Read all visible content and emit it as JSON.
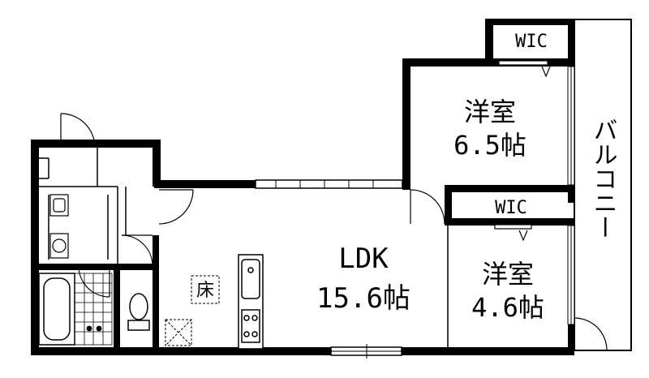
{
  "floor_plan": {
    "rooms": {
      "bedroom_large": {
        "name": "洋室",
        "size": "6.5帖"
      },
      "bedroom_small": {
        "name": "洋室",
        "size": "4.6帖"
      },
      "ldk": {
        "name": "LDK",
        "size": "15.6帖"
      },
      "wic_upper": {
        "name": "WIC"
      },
      "wic_lower": {
        "name": "WIC"
      },
      "balcony": {
        "name": "バルコニー"
      }
    },
    "marks": {
      "floor_heating": "床"
    }
  }
}
